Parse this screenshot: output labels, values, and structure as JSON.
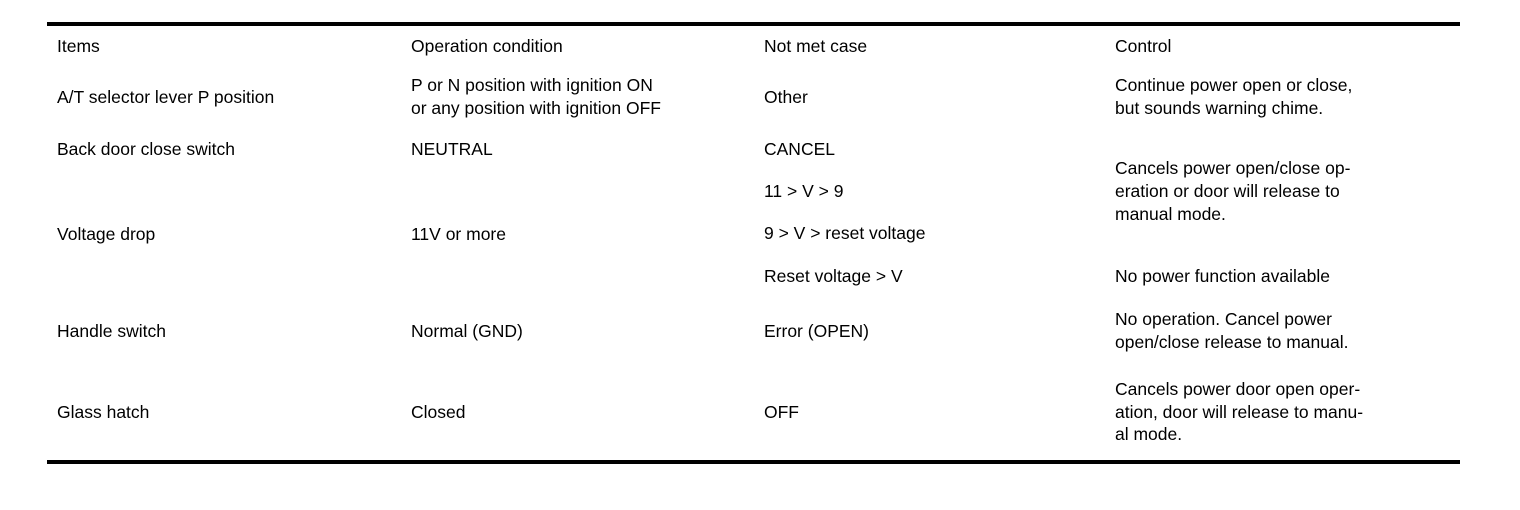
{
  "table": {
    "name": "power-back-door-operation-conditions",
    "columns": [
      {
        "key": "items",
        "header": "Items"
      },
      {
        "key": "operation_condition",
        "header": "Operation condition"
      },
      {
        "key": "not_met_case",
        "header": "Not met case"
      },
      {
        "key": "control",
        "header": "Control"
      }
    ],
    "rows": [
      {
        "item": "A/T selector lever P position",
        "operation_condition": "P or N position with ignition ON\nor any position with ignition OFF",
        "not_met_case": "Other",
        "control": "Continue power open or close,\nbut sounds warning chime."
      },
      {
        "item": "Back door close switch",
        "operation_condition": "NEUTRAL",
        "not_met_case": "CANCEL",
        "control": "Cancels power open/close op-\neration or door will release to\nmanual mode."
      },
      {
        "item": "Voltage drop",
        "operation_condition": "11V or more",
        "not_met_case": "11 > V > 9",
        "control": ""
      },
      {
        "item": "",
        "operation_condition": "",
        "not_met_case": "9 > V > reset voltage",
        "control": ""
      },
      {
        "item": "",
        "operation_condition": "",
        "not_met_case": "Reset voltage > V",
        "control": "No power function available"
      },
      {
        "item": "Handle switch",
        "operation_condition": "Normal (GND)",
        "not_met_case": "Error (OPEN)",
        "control": "No operation. Cancel power\nopen/close release to manual."
      },
      {
        "item": "Glass hatch",
        "operation_condition": "Closed",
        "not_met_case": "OFF",
        "control": "Cancels power door open oper-\nation, door will release to manu-\nal mode."
      }
    ]
  },
  "colors": {
    "rule": "#000000",
    "text": "#000000",
    "background": "#ffffff"
  }
}
